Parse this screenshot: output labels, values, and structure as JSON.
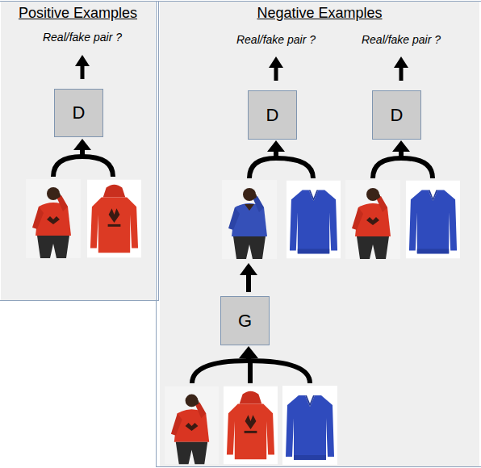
{
  "diagram": {
    "nodes": [
      {
        "text": [
          "Positive Examples"
        ]
      },
      {
        "text": [
          "D"
        ],
        "in": 0
      },
      {
        "text": [
          "Negative Examples"
        ]
      },
      {
        "text": [
          "D"
        ],
        "in": 2
      },
      {
        "text": [
          "D"
        ],
        "in": 2
      },
      {
        "text": [
          "G"
        ],
        "in": 2
      }
    ],
    "labels": [
      "Real/fake pair ?",
      "Real/fake pair ?",
      "Real/fake pair ?"
    ]
  }
}
